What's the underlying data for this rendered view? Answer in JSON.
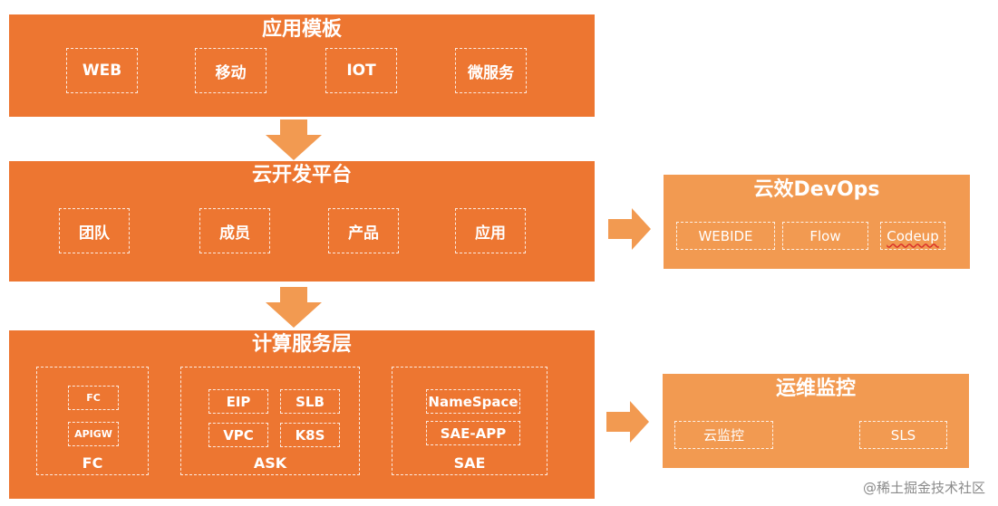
{
  "colors": {
    "panel": "#ED7631",
    "panel_light": "#F29A51",
    "arrow": "#F29A51",
    "text": "#FFFFFF"
  },
  "app_template": {
    "title": "应用模板",
    "items": [
      "WEB",
      "移动",
      "IOT",
      "微服务"
    ]
  },
  "cloud_dev_platform": {
    "title": "云开发平台",
    "items": [
      "团队",
      "成员",
      "产品",
      "应用"
    ]
  },
  "compute_layer": {
    "title": "计算服务层",
    "fc": {
      "label": "FC",
      "items": [
        "FC",
        "APIGW"
      ]
    },
    "ask": {
      "label": "ASK",
      "items": [
        "EIP",
        "SLB",
        "VPC",
        "K8S"
      ]
    },
    "sae": {
      "label": "SAE",
      "items": [
        "NameSpace",
        "SAE-APP"
      ]
    }
  },
  "devops": {
    "title": "云效DevOps",
    "items": [
      "WEBIDE",
      "Flow",
      "Codeup"
    ]
  },
  "ops_monitoring": {
    "title": "运维监控",
    "items": [
      "云监控",
      "SLS"
    ]
  },
  "watermark": "@稀土掘金技术社区"
}
